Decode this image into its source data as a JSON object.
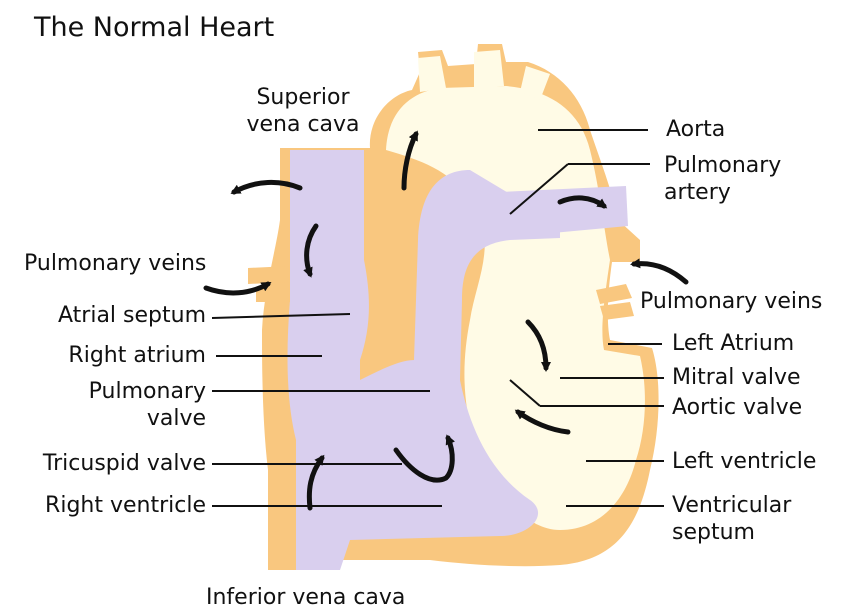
{
  "title": "The Normal Heart",
  "labels": {
    "superior_vena_cava": [
      "Superior",
      "vena cava"
    ],
    "aorta": "Aorta",
    "pulmonary_artery": [
      "Pulmonary",
      "artery"
    ],
    "pulmonary_veins_left": "Pulmonary veins",
    "pulmonary_veins_right": "Pulmonary veins",
    "atrial_septum": "Atrial septum",
    "right_atrium": "Right atrium",
    "pulmonary_valve": [
      "Pulmonary",
      "valve"
    ],
    "tricuspid_valve": "Tricuspid valve",
    "right_ventricle": "Right ventricle",
    "left_atrium": "Left Atrium",
    "mitral_valve": "Mitral valve",
    "aortic_valve": "Aortic valve",
    "left_ventricle": "Left ventricle",
    "ventricular_septum": [
      "Ventricular",
      "septum"
    ],
    "inferior_vena_cava": "Inferior vena cava"
  },
  "colors": {
    "outline": "#f9c77f",
    "oxygenated": "#fffbe6",
    "deoxygenated": "#d9cfee",
    "arrow": "#111111",
    "leader": "#111111"
  }
}
